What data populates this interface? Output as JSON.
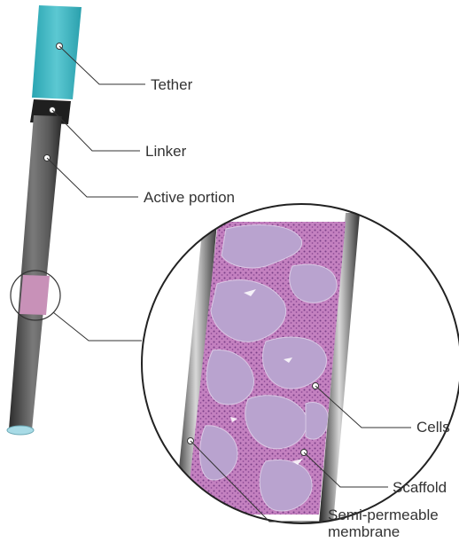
{
  "labels": {
    "tether": "Tether",
    "linker": "Linker",
    "active_portion": "Active portion",
    "cells": "Cells",
    "scaffold": "Scaffold",
    "semi_permeable_line1": "Semi-permeable",
    "semi_permeable_line2": "membrane"
  },
  "colors": {
    "tether_fill": "#3bb8c4",
    "tube_dark": "#3a3a3a",
    "tube_mid": "#6f6f6f",
    "tube_light": "#b8b8b8",
    "highlight_band": "#c88fb7",
    "tissue_pink": "#c07fbf",
    "tissue_lavender": "#b7a2cd",
    "leader_line": "#333333",
    "end_cap": "#9fd7e6"
  }
}
